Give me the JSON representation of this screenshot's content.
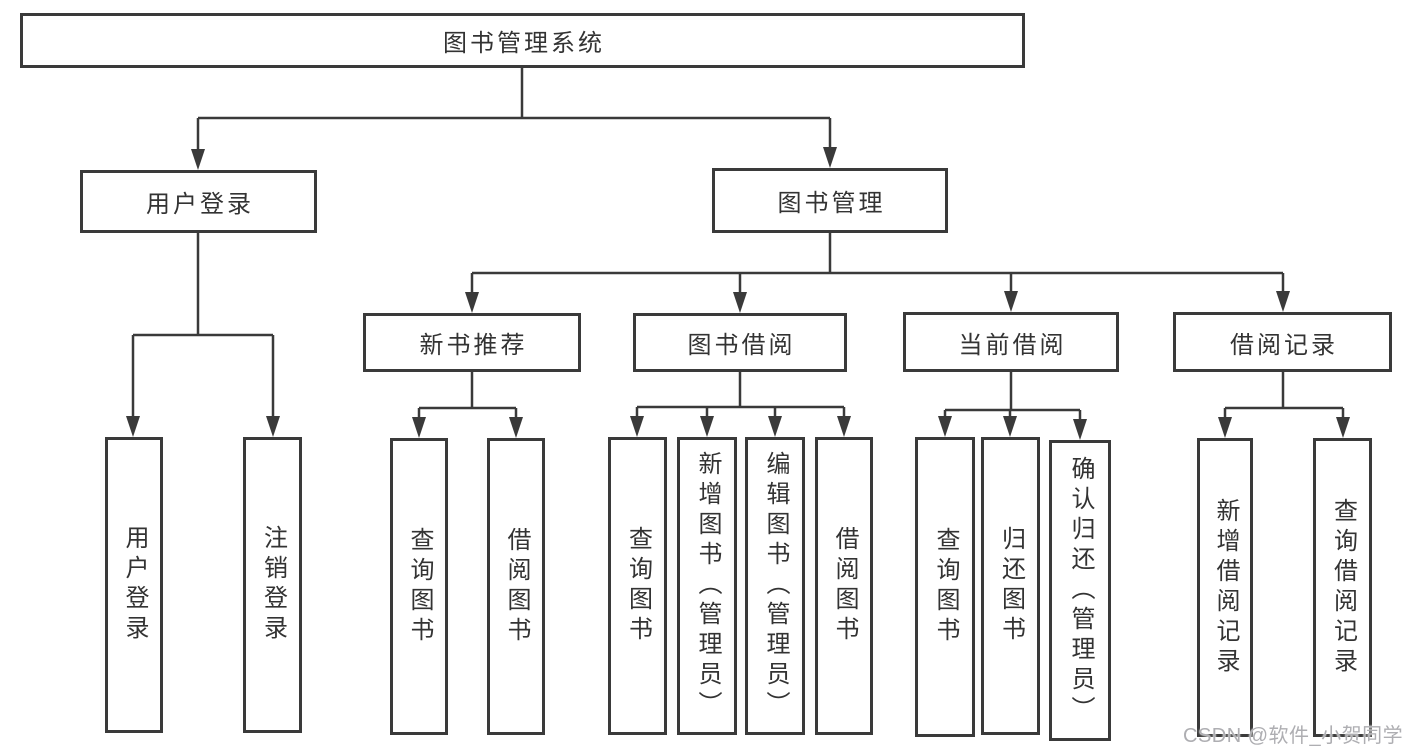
{
  "colors": {
    "line": "#3a3a3a",
    "box_border": "#3a3a3a",
    "text": "#333333",
    "watermark": "#aeaeb2",
    "background": "#ffffff"
  },
  "watermark": {
    "text": "CSDN @软件_小贺同学"
  },
  "tree": {
    "root": {
      "label": "图书管理系统",
      "children": [
        {
          "label": "用户登录",
          "children": [
            {
              "label": "用户登录"
            },
            {
              "label": "注销登录"
            }
          ]
        },
        {
          "label": "图书管理",
          "children": [
            {
              "label": "新书推荐",
              "children": [
                {
                  "label": "查询图书"
                },
                {
                  "label": "借阅图书"
                }
              ]
            },
            {
              "label": "图书借阅",
              "children": [
                {
                  "label": "查询图书"
                },
                {
                  "label": "新增图书（管理员）"
                },
                {
                  "label": "编辑图书（管理员）"
                },
                {
                  "label": "借阅图书"
                }
              ]
            },
            {
              "label": "当前借阅",
              "children": [
                {
                  "label": "查询图书"
                },
                {
                  "label": "归还图书"
                },
                {
                  "label": "确认归还（管理员）"
                }
              ]
            },
            {
              "label": "借阅记录",
              "children": [
                {
                  "label": "新增借阅记录"
                },
                {
                  "label": "查询借阅记录"
                }
              ]
            }
          ]
        }
      ]
    }
  }
}
